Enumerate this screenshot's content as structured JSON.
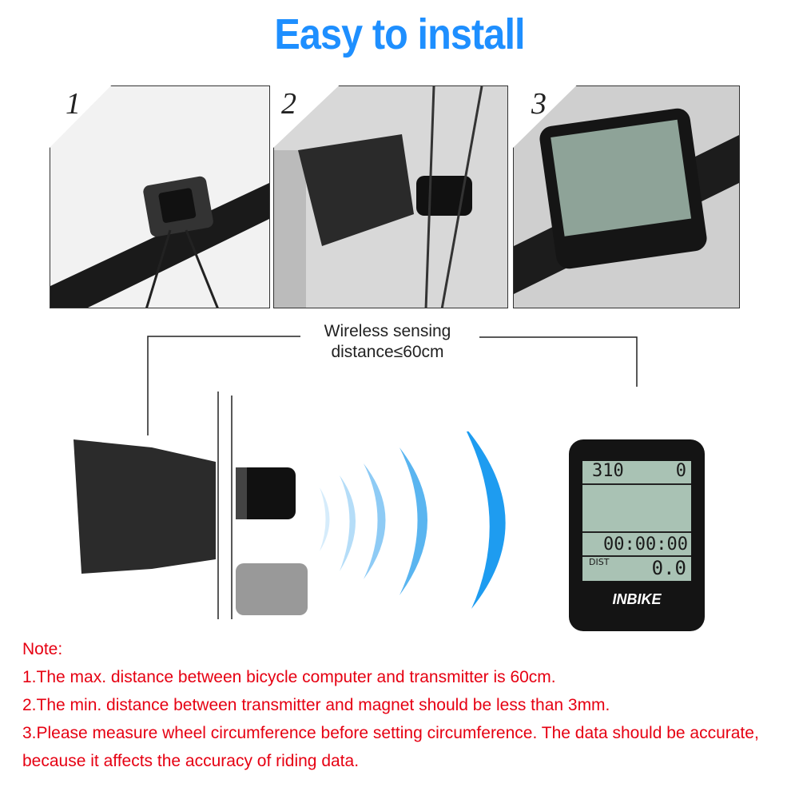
{
  "title": "Easy to install",
  "steps": [
    {
      "number": "1"
    },
    {
      "number": "2"
    },
    {
      "number": "3"
    }
  ],
  "range_label": {
    "line1": "Wireless sensing",
    "line2": "distance≤60cm"
  },
  "computer": {
    "brand": "INBIKE",
    "top_left": "310",
    "top_right": "0",
    "time": "00:00:00",
    "dist_label": "DIST",
    "dist": "0.0"
  },
  "colors": {
    "title": "#1e8fff",
    "notes": "#e60012",
    "waves": "#2aa0f0"
  },
  "notes": {
    "heading": "Note:",
    "items": [
      "1.The max. distance between bicycle computer and transmitter is 60cm.",
      "2.The min. distance between transmitter and magnet should be less than 3mm.",
      "3.Please measure wheel circumference before setting circumference. The data should be accurate, because it affects the accuracy of riding data."
    ]
  }
}
